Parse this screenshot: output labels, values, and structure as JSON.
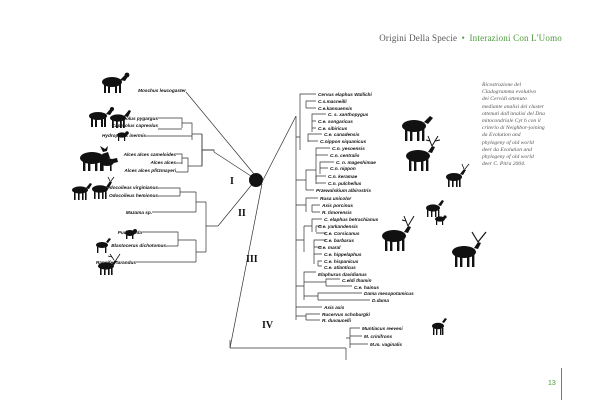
{
  "header": {
    "section": "Origini Della Specie",
    "bullet": "•",
    "subsection": "Interazioni Con L'Uomo"
  },
  "caption": [
    "Ricostruzione del",
    "Cladogramma evolutivo",
    "dei Cervidi ottenuto",
    "mediante analisi dei cluster",
    "ottenuti dall'analisi del Dna",
    "mitocondriale Cyt b con il",
    "criterio di Neighbor-joining",
    "da Evolution and",
    "phylogeny of old world",
    "deer da Evolution and",
    "phylogeny of old world",
    "deer C. Pitra 2004."
  ],
  "page_number": "13",
  "clades": [
    "I",
    "II",
    "III",
    "IV"
  ],
  "left_taxa": [
    "Moschus leucogaster",
    "Capreolus pygargus",
    "Capreolus capreolus",
    "Hydropotes inermis",
    "Alces alces cameloides",
    "Alces alces",
    "Alces alces pfitzmayeri",
    "Odocoileus virginianus",
    "Odocoileus hemionus",
    "Mazama sp.",
    "Pudu puda",
    "Blastocerus dichotomus",
    "Rangifer tarandus"
  ],
  "right_taxa": [
    "Cervus elaphus Wallichi",
    "C.s.macneilli",
    "C.e.kansuensis",
    "C. s. xanthopygus",
    "C.e. songaricus",
    "C.e. sibiricus",
    "C.e. canadensis",
    "C.nippon siquanicus",
    "C.n. yesoensis",
    "C.n. centralis",
    "C. n. mageshimae",
    "C.n. nippon",
    "C.n. keramae",
    "C.n. pulchellus",
    "Przewalskium albirostris",
    "Rusa unicolor",
    "Axis porcinus",
    "R. timorensis",
    "C. elaphus betrachianus",
    "C.e. yarkandensis",
    "C.e. Corsicanus",
    "C.e. barbarus",
    "C.e. maral",
    "C.e. hippelaphus",
    "C.e. hispanicus",
    "C.e. atlanticus",
    "Elaphurus davidianus",
    "C.eldi thamin",
    "C.e. hainus",
    "Dama mesopotamicus",
    "D.dama",
    "Axis axis",
    "Rucervus schoburgki",
    "R. duvaucelli",
    "Muntiacus reevesi",
    "M. crinifrons",
    "M.m. vaginalis"
  ]
}
